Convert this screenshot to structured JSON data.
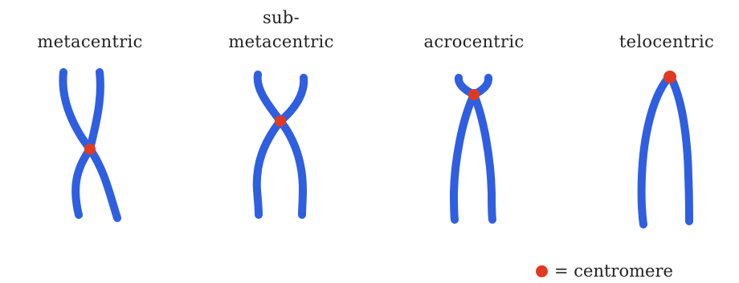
{
  "labels": {
    "metacentric": "metacentric",
    "submetacentric_line1": "sub-",
    "submetacentric_line2": "metacentric",
    "acrocentric": "acrocentric",
    "telocentric": "telocentric"
  },
  "legend": {
    "text": "= centromere"
  },
  "colors": {
    "chromatid": "#2f5fe0",
    "centromere": "#e03a22"
  }
}
